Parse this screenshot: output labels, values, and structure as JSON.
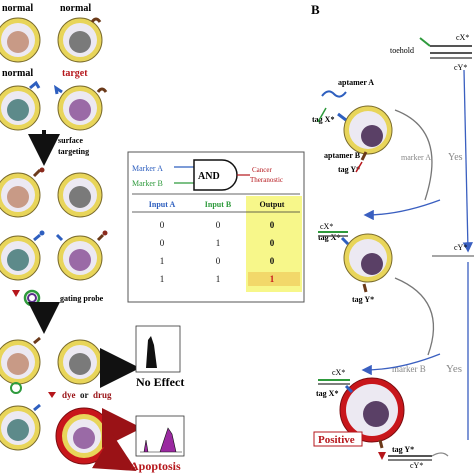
{
  "panel_b_label": "B",
  "left_panel": {
    "cell_labels": {
      "normal_1": "normal",
      "normal_2": "normal",
      "normal_3": "normal",
      "target": "target"
    },
    "step1": "surface\ntargeting",
    "step2": "gating probe",
    "no_effect": "No Effect",
    "dye_or_drug": [
      "dye",
      "or",
      "drug"
    ],
    "apoptosis": "Apoptosis"
  },
  "gate_box": {
    "marker_a": "Marker A",
    "marker_b": "Marker B",
    "gate": "AND",
    "output_label": [
      "Cancer",
      "Theranostic"
    ],
    "table": {
      "headers": [
        "Input A",
        "Input B",
        "Output"
      ],
      "rows": [
        [
          "0",
          "0",
          "0"
        ],
        [
          "0",
          "1",
          "0"
        ],
        [
          "1",
          "0",
          "0"
        ],
        [
          "1",
          "1",
          "1"
        ]
      ]
    }
  },
  "right_panel": {
    "toehold": "toehold",
    "cx": "cX*",
    "cy": "cY*",
    "aptamer_a": "aptamer A",
    "aptamer_b": "aptamer B",
    "tag_x": "tag X*",
    "tag_y": "tag Y*",
    "marker_a_yes": [
      "marker A",
      "Yes"
    ],
    "marker_b_yes": [
      "marker B",
      "Yes"
    ],
    "positive": "Positive"
  },
  "colors": {
    "cell_outer": "#e8d55a",
    "cell_inner_brown": "#c89a86",
    "cell_inner_gray": "#7a7a7a",
    "cell_inner_teal": "#5d8a8a",
    "cell_inner_purple": "#9a6aa6",
    "cell_body": "#ece9f2",
    "marker_red": "#b5161b",
    "marker_blue": "#2e5fbf",
    "marker_green": "#2e9a3c",
    "highlight": "#f7f78a"
  }
}
